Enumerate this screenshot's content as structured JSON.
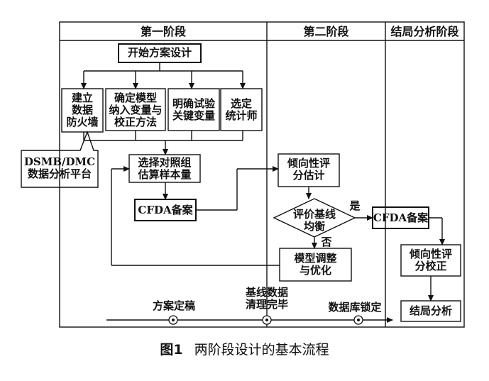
{
  "phases": {
    "phase1": "第一阶段",
    "phase2": "第二阶段",
    "phase3": "结局分析阶段"
  },
  "nodes": {
    "start_design": "开始方案设计",
    "firewall": "建立\n数据\n防火墙",
    "model_vars": "确定模型\n纳入变量与\n校正方法",
    "key_vars": "明确试验\n关键变量",
    "statistician": "选定\n统计师",
    "platform": "DSMB/DMC\n数据分析平台",
    "choose_control": "选择对照组\n估算样本量",
    "cfda1": "CFDA备案",
    "ps_estimate": "倾向性评\n分估计",
    "eval_balance": "评价基线\n均衡",
    "model_adjust": "模型调整\n与优化",
    "cfda2": "CFDA备案",
    "ps_correct": "倾向性评\n分校正",
    "outcome": "结局分析"
  },
  "edge_labels": {
    "yes": "是",
    "no": "否"
  },
  "milestones": {
    "m1": "方案定稿",
    "m2": "基线数据\n清理完毕",
    "m3": "数据库锁定"
  },
  "caption": {
    "number": "图1",
    "title": "两阶段设计的基本流程"
  }
}
